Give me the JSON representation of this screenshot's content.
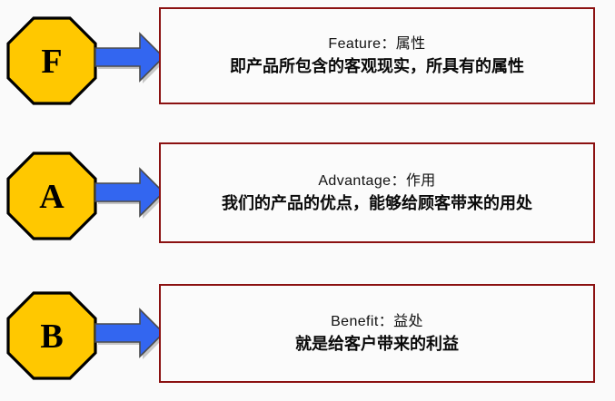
{
  "page": {
    "title": "FAB 法则图",
    "background_color": "#fafafa"
  },
  "theme": {
    "badge_fill": "#ffc800",
    "badge_stroke": "#000000",
    "arrow_fill": "#3366f0",
    "arrow_stroke": "#4a4a4a",
    "arrow_shadow": "#9a9a9a",
    "box_border": "#8b1111",
    "box_fill": "#fbfbfb",
    "text_color": "#111111"
  },
  "rows": [
    {
      "key": "feature",
      "badge_letter": "F",
      "badge_name": "octagon-badge-f",
      "arrow_name": "arrow-feature",
      "box_name": "text-box-feature",
      "title": "Feature：属性",
      "desc": "即产品所包含的客观现实，所具有的属性"
    },
    {
      "key": "advantage",
      "badge_letter": "A",
      "badge_name": "octagon-badge-a",
      "arrow_name": "arrow-advantage",
      "box_name": "text-box-advantage",
      "title": "Advantage：作用",
      "desc": "我们的产品的优点，能够给顾客带来的用处"
    },
    {
      "key": "benefit",
      "badge_letter": "B",
      "badge_name": "octagon-badge-b",
      "arrow_name": "arrow-benefit",
      "box_name": "text-box-benefit",
      "title": "Benefit：益处",
      "desc": "就是给客户带来的利益"
    }
  ]
}
